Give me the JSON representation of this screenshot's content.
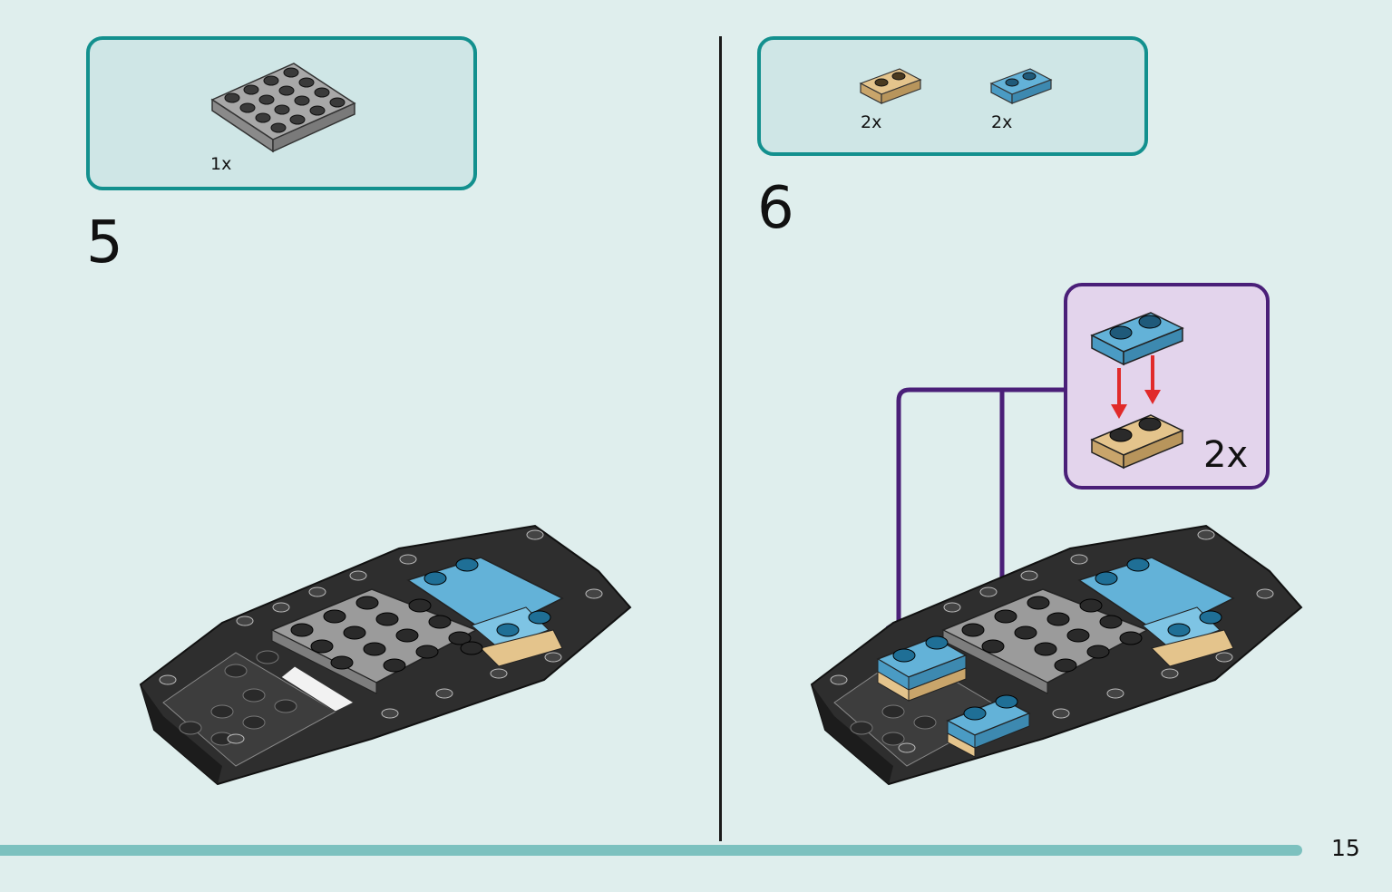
{
  "step5": {
    "number": "5",
    "parts": [
      {
        "name": "gray 4x4 plate",
        "qty": "1x",
        "color": "#9b9b9b"
      }
    ]
  },
  "step6": {
    "number": "6",
    "parts": [
      {
        "name": "tan 1x2 plate",
        "qty": "2x",
        "color": "#e4c48c"
      },
      {
        "name": "light blue 1x2 plate",
        "qty": "2x",
        "color": "#63b2d8"
      }
    ],
    "callout": {
      "qty": "2x"
    }
  },
  "page_number": "15",
  "colors": {
    "background": "#dfeeed",
    "parts_box_border": "#13908e",
    "callout_border": "#4a1f78",
    "callout_bg": "#e3d4ec",
    "arrow_red": "#e12a2a",
    "bottom_bar": "#7cc1bf"
  }
}
